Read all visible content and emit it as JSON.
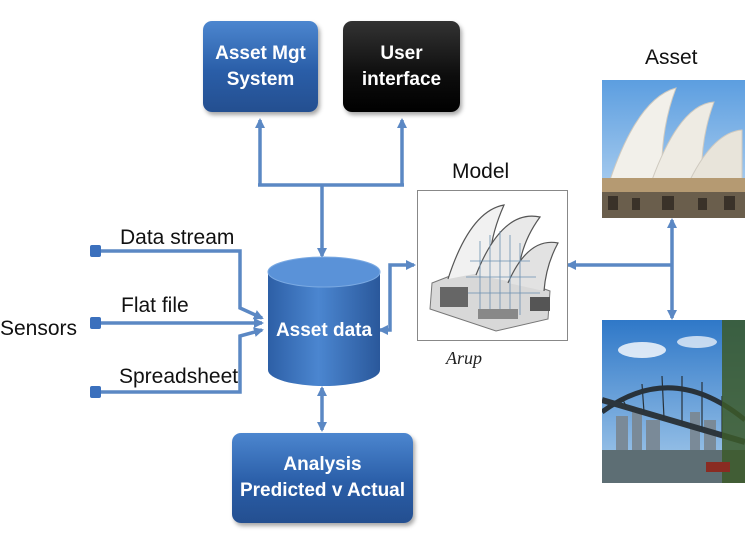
{
  "boxes": {
    "asset_mgt": [
      "Asset Mgt",
      "System"
    ],
    "user_interface": [
      "User",
      "interface"
    ],
    "asset_data": "Asset data",
    "analysis": [
      "Analysis",
      "Predicted v Actual"
    ]
  },
  "inputs": {
    "group_label": "Sensors",
    "items": [
      "Data stream",
      "Flat file",
      "Spreadsheet"
    ]
  },
  "model": {
    "label": "Model",
    "credit": "Arup"
  },
  "asset": {
    "label": "Asset"
  },
  "colors": {
    "box_blue": "#2f66b3",
    "box_black": "#0d0d0d",
    "connector": "#5b88c4"
  }
}
